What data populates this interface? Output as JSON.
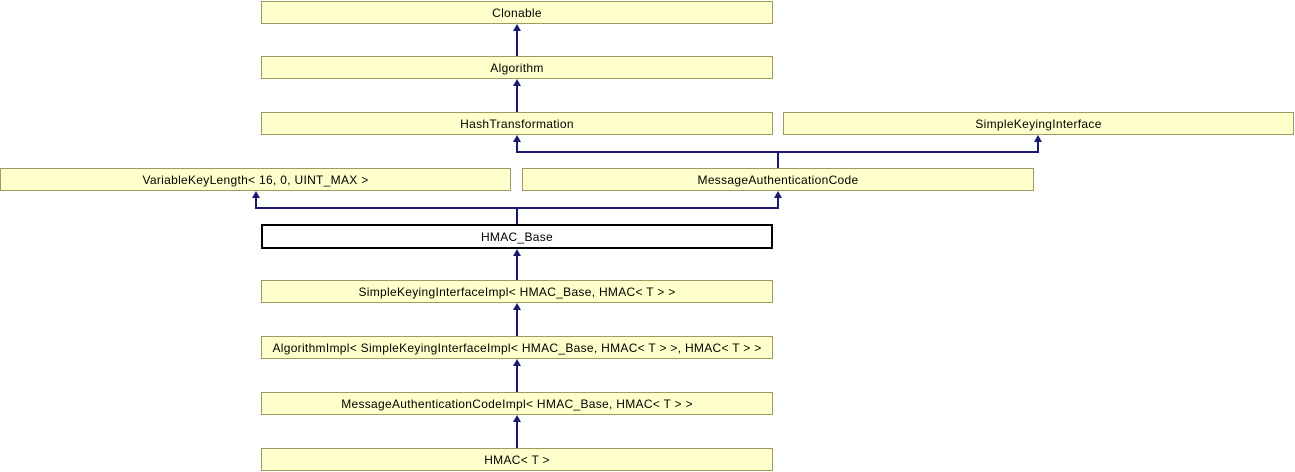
{
  "diagram": {
    "type": "class-inheritance-graph",
    "title": "Inheritance diagram for HMAC_Base",
    "colors": {
      "node_fill": "#FFFFCC",
      "node_border": "#9B9B62",
      "edge": "#191970",
      "current_node_fill": "#FFFFFF",
      "current_node_border": "#000000",
      "background": "#FFFFFF",
      "text": "#000000"
    },
    "nodes": [
      {
        "id": "clonable",
        "label": "Clonable",
        "current": false
      },
      {
        "id": "algorithm",
        "label": "Algorithm",
        "current": false
      },
      {
        "id": "hash-transformation",
        "label": "HashTransformation",
        "current": false
      },
      {
        "id": "simple-keying-interface",
        "label": "SimpleKeyingInterface",
        "current": false
      },
      {
        "id": "variable-key-length",
        "label": "VariableKeyLength< 16, 0, UINT_MAX >",
        "current": false
      },
      {
        "id": "message-authentication-code",
        "label": "MessageAuthenticationCode",
        "current": false
      },
      {
        "id": "hmac-base",
        "label": "HMAC_Base",
        "current": true
      },
      {
        "id": "simple-keying-interface-impl",
        "label": "SimpleKeyingInterfaceImpl< HMAC_Base, HMAC< T > >",
        "current": false
      },
      {
        "id": "algorithm-impl",
        "label": "AlgorithmImpl< SimpleKeyingInterfaceImpl< HMAC_Base, HMAC< T > >, HMAC< T > >",
        "current": false
      },
      {
        "id": "message-authentication-code-impl",
        "label": "MessageAuthenticationCodeImpl< HMAC_Base, HMAC< T > >",
        "current": false
      },
      {
        "id": "hmac-t",
        "label": "HMAC< T >",
        "current": false
      }
    ],
    "edges": [
      {
        "from": "algorithm",
        "to": "clonable",
        "type": "public-inheritance"
      },
      {
        "from": "hash-transformation",
        "to": "algorithm",
        "type": "public-inheritance"
      },
      {
        "from": "message-authentication-code",
        "to": "hash-transformation",
        "type": "public-inheritance"
      },
      {
        "from": "message-authentication-code",
        "to": "simple-keying-interface",
        "type": "public-inheritance"
      },
      {
        "from": "hmac-base",
        "to": "variable-key-length",
        "type": "public-inheritance"
      },
      {
        "from": "hmac-base",
        "to": "message-authentication-code",
        "type": "public-inheritance"
      },
      {
        "from": "simple-keying-interface-impl",
        "to": "hmac-base",
        "type": "public-inheritance"
      },
      {
        "from": "algorithm-impl",
        "to": "simple-keying-interface-impl",
        "type": "public-inheritance"
      },
      {
        "from": "message-authentication-code-impl",
        "to": "algorithm-impl",
        "type": "public-inheritance"
      },
      {
        "from": "hmac-t",
        "to": "message-authentication-code-impl",
        "type": "public-inheritance"
      }
    ]
  }
}
